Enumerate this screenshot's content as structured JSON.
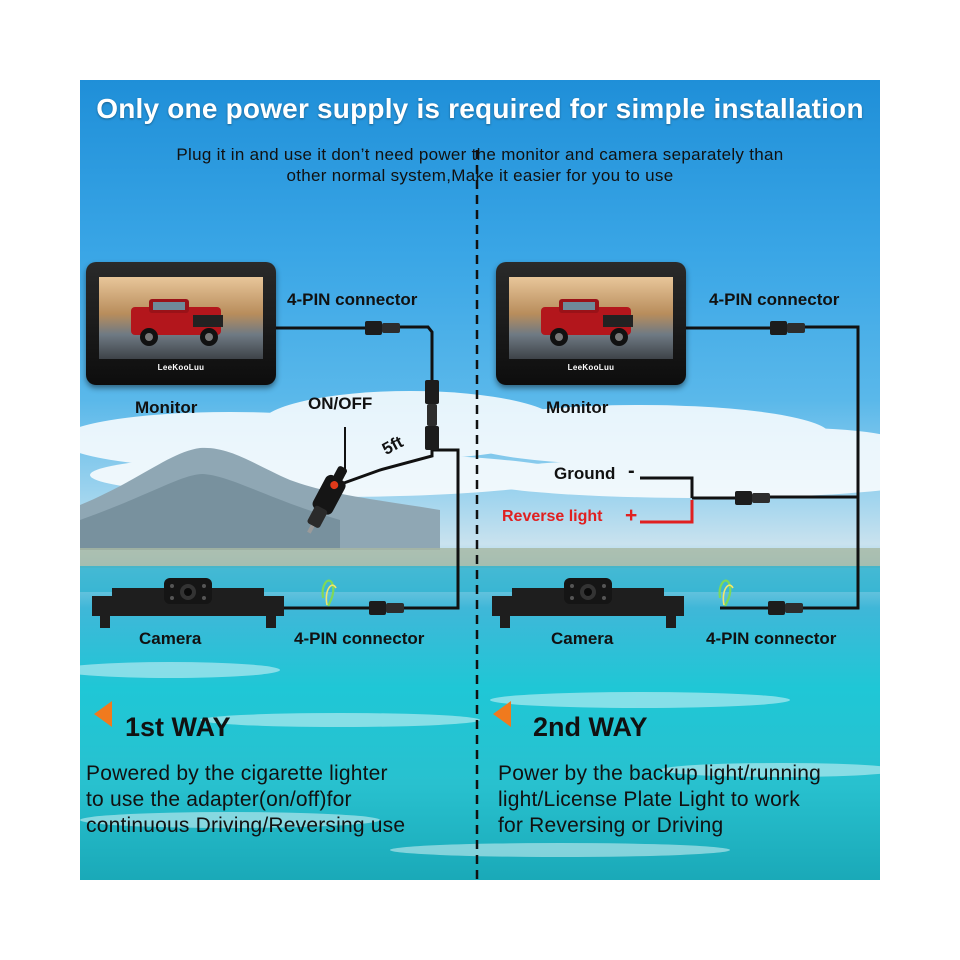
{
  "header": {
    "title": "Only one power supply is required for simple installation",
    "subtitle_line1": "Plug it in and use it don’t need power the monitor and camera separately than",
    "subtitle_line2": "other normal system,Make it easier for you to use"
  },
  "left": {
    "monitor_label": "Monitor",
    "monitor_brand": "LeeKooLuu",
    "connector_top": "4-PIN connector",
    "switch_label": "ON/OFF",
    "cable_length": "5ft",
    "camera_label": "Camera",
    "connector_bottom": "4-PIN connector",
    "way_title": "1st WAY",
    "desc_line1": "Powered by the cigarette lighter",
    "desc_line2": "to use the adapter(on/off)for",
    "desc_line3": "continuous Driving/Reversing use"
  },
  "right": {
    "monitor_label": "Monitor",
    "monitor_brand": "LeeKooLuu",
    "connector_top": "4-PIN connector",
    "ground_label": "Ground",
    "ground_symbol": "-",
    "reverse_label": "Reverse light",
    "reverse_symbol": "+",
    "camera_label": "Camera",
    "connector_bottom": "4-PIN connector",
    "way_title": "2nd WAY",
    "desc_line1": "Power by the backup light/running",
    "desc_line2": "light/License Plate Light to work",
    "desc_line3": "for Reversing or Driving"
  },
  "colors": {
    "accent_arrow": "#f07a1e",
    "positive_wire": "#e02020",
    "wire": "#111111"
  },
  "icons": {
    "monitor": "monitor-icon",
    "camera": "license-plate-camera-icon",
    "plug": "cigarette-lighter-plug-icon",
    "connector": "four-pin-connector-icon",
    "arrow": "triangle-left-arrow-icon"
  }
}
